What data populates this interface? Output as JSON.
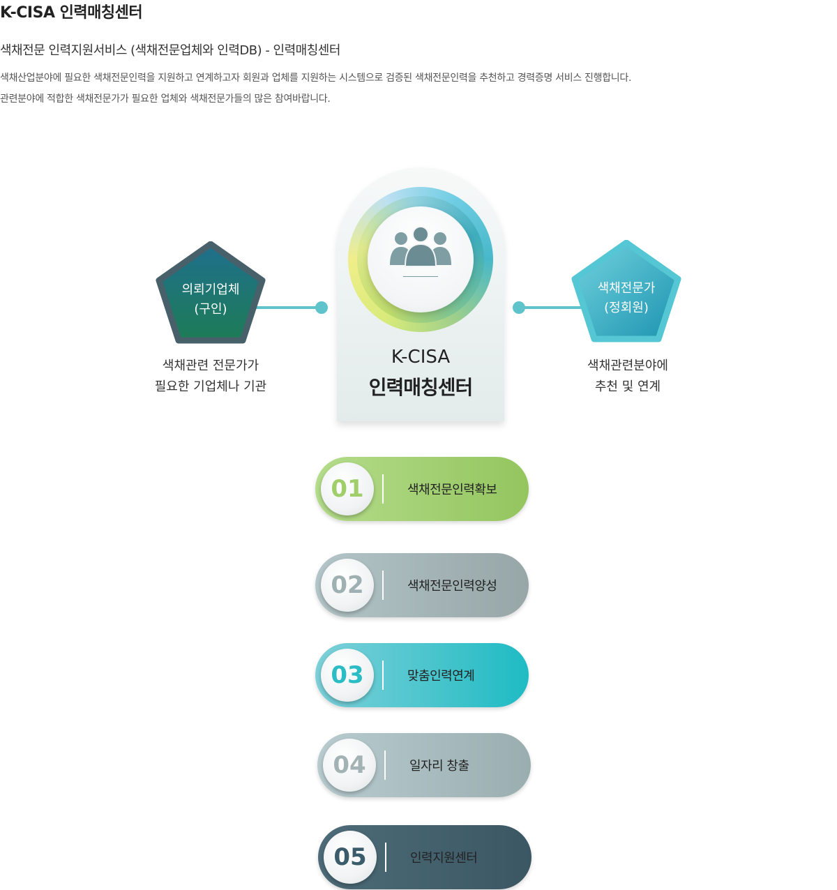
{
  "header": {
    "title": "K-CISA 인력매칭센터",
    "subtitle": "색채전문 인력지원서비스 (색채전문업체와 인력DB) - 인력매칭센터",
    "description_line1": "색채산업분야에 필요한 색채전문인력을 지원하고 연계하고자 회원과 업체를 지원하는 시스템으로 검증된 색채전문인력을 추천하고 경력증명 서비스 진행합니다.",
    "description_line2": "관련분야에 적합한 색채전문가가 필요한 업체와 색채전문가들의 많은 참여바랍니다."
  },
  "diagram": {
    "center": {
      "line1": "K-CISA",
      "line2": "인력매칭센터",
      "icon": "people-group-icon"
    },
    "left": {
      "name": "의뢰기업체",
      "sub": "(구인)",
      "desc1": "색채관련 전문가가",
      "desc2": "필요한 기업체나 기관",
      "color_from": "#1d6e8a",
      "color_to": "#1d7a5a"
    },
    "right": {
      "name": "색채전문가",
      "sub": "(정회원)",
      "desc1": "색채관련분야에",
      "desc2": "추천 및 연계",
      "color_from": "#6fd0dc",
      "color_to": "#1f97b2"
    }
  },
  "steps": [
    {
      "num": "01",
      "label": "색채전문인력확보",
      "accent": "#9fce6a"
    },
    {
      "num": "02",
      "label": "색채전문인력양성",
      "accent": "#9aa9ab"
    },
    {
      "num": "03",
      "label": "맞춤인력연계",
      "accent": "#2bbcc6"
    },
    {
      "num": "04",
      "label": "일자리 창출",
      "accent": "#9aaeb2"
    },
    {
      "num": "05",
      "label": "인력지원센터",
      "accent": "#3b5c6a"
    }
  ]
}
